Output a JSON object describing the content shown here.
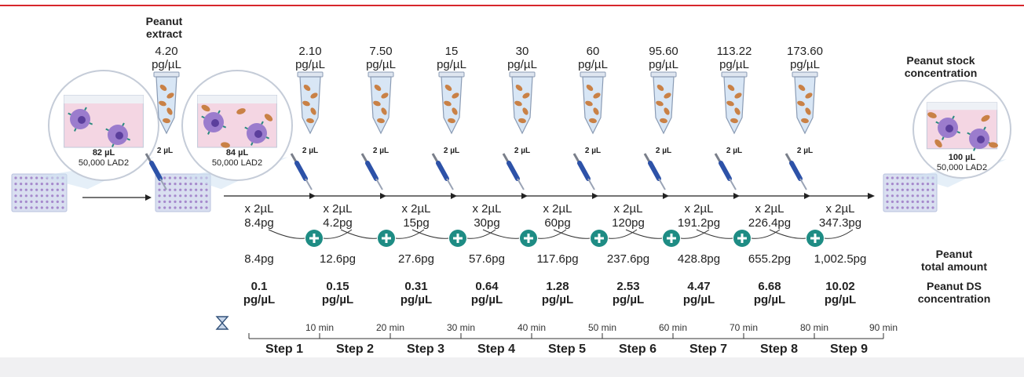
{
  "title_fragment": "",
  "left_label": {
    "line1": "Peanut",
    "line2": "extract"
  },
  "extract_conc": {
    "value": "4.20",
    "unit": "pg/µL"
  },
  "tube_concs": [
    {
      "value": "2.10",
      "unit": "pg/µL"
    },
    {
      "value": "7.50",
      "unit": "pg/µL"
    },
    {
      "value": "15",
      "unit": "pg/µL"
    },
    {
      "value": "30",
      "unit": "pg/µL"
    },
    {
      "value": "60",
      "unit": "pg/µL"
    },
    {
      "value": "95.60",
      "unit": "pg/µL"
    },
    {
      "value": "113.22",
      "unit": "pg/µL"
    },
    {
      "value": "173.60",
      "unit": "pg/µL"
    }
  ],
  "tube_volume": "2 µL",
  "wells": [
    {
      "volume": "82 µL",
      "cells": "50,000 LAD2"
    },
    {
      "volume": "84 µL",
      "cells": "50,000 LAD2"
    },
    {
      "volume": "100 µL",
      "cells": "50,000 LAD2"
    }
  ],
  "right_labels": {
    "stock": [
      "Peanut stock",
      "concentration"
    ],
    "total": [
      "Peanut",
      "total amount"
    ],
    "ds": [
      "Peanut DS",
      "concentration"
    ]
  },
  "additions": [
    {
      "times": "x 2µL",
      "amount": "8.4pg"
    },
    {
      "times": "x 2µL",
      "amount": "4.2pg"
    },
    {
      "times": "x 2µL",
      "amount": "15pg"
    },
    {
      "times": "x 2µL",
      "amount": "30pg"
    },
    {
      "times": "x 2µL",
      "amount": "60pg"
    },
    {
      "times": "x 2µL",
      "amount": "120pg"
    },
    {
      "times": "x 2µL",
      "amount": "191.2pg"
    },
    {
      "times": "x 2µL",
      "amount": "226.4pg"
    },
    {
      "times": "x 2µL",
      "amount": "347.3pg"
    }
  ],
  "totals": [
    "8.4pg",
    "12.6pg",
    "27.6pg",
    "57.6pg",
    "117.6pg",
    "237.6pg",
    "428.8pg",
    "655.2pg",
    "1,002.5pg"
  ],
  "ds_conc": [
    {
      "value": "0.1",
      "unit": "pg/µL"
    },
    {
      "value": "0.15",
      "unit": "pg/µL"
    },
    {
      "value": "0.31",
      "unit": "pg/µL"
    },
    {
      "value": "0.64",
      "unit": "pg/µL"
    },
    {
      "value": "1.28",
      "unit": "pg/µL"
    },
    {
      "value": "2.53",
      "unit": "pg/µL"
    },
    {
      "value": "4.47",
      "unit": "pg/µL"
    },
    {
      "value": "6.68",
      "unit": "pg/µL"
    },
    {
      "value": "10.02",
      "unit": "pg/µL"
    }
  ],
  "timeline": [
    "10 min",
    "20 min",
    "30 min",
    "40 min",
    "50 min",
    "60 min",
    "70 min",
    "80 min",
    "90 min"
  ],
  "steps": [
    "Step 1",
    "Step 2",
    "Step 3",
    "Step 4",
    "Step 5",
    "Step 6",
    "Step 7",
    "Step 8",
    "Step 9"
  ],
  "icons": {
    "timer": "hourglass-icon",
    "plus": "plus-circle-icon",
    "pipette": "pipette-icon",
    "tube": "tube-icon",
    "plate": "well-plate-icon"
  },
  "colors": {
    "accent": "#d7262c",
    "teal": "#1e8c84",
    "pipette": "#2d52a8",
    "cell": "#8b6cc9",
    "media": "#f4d6e3",
    "peanut": "#c98146"
  }
}
